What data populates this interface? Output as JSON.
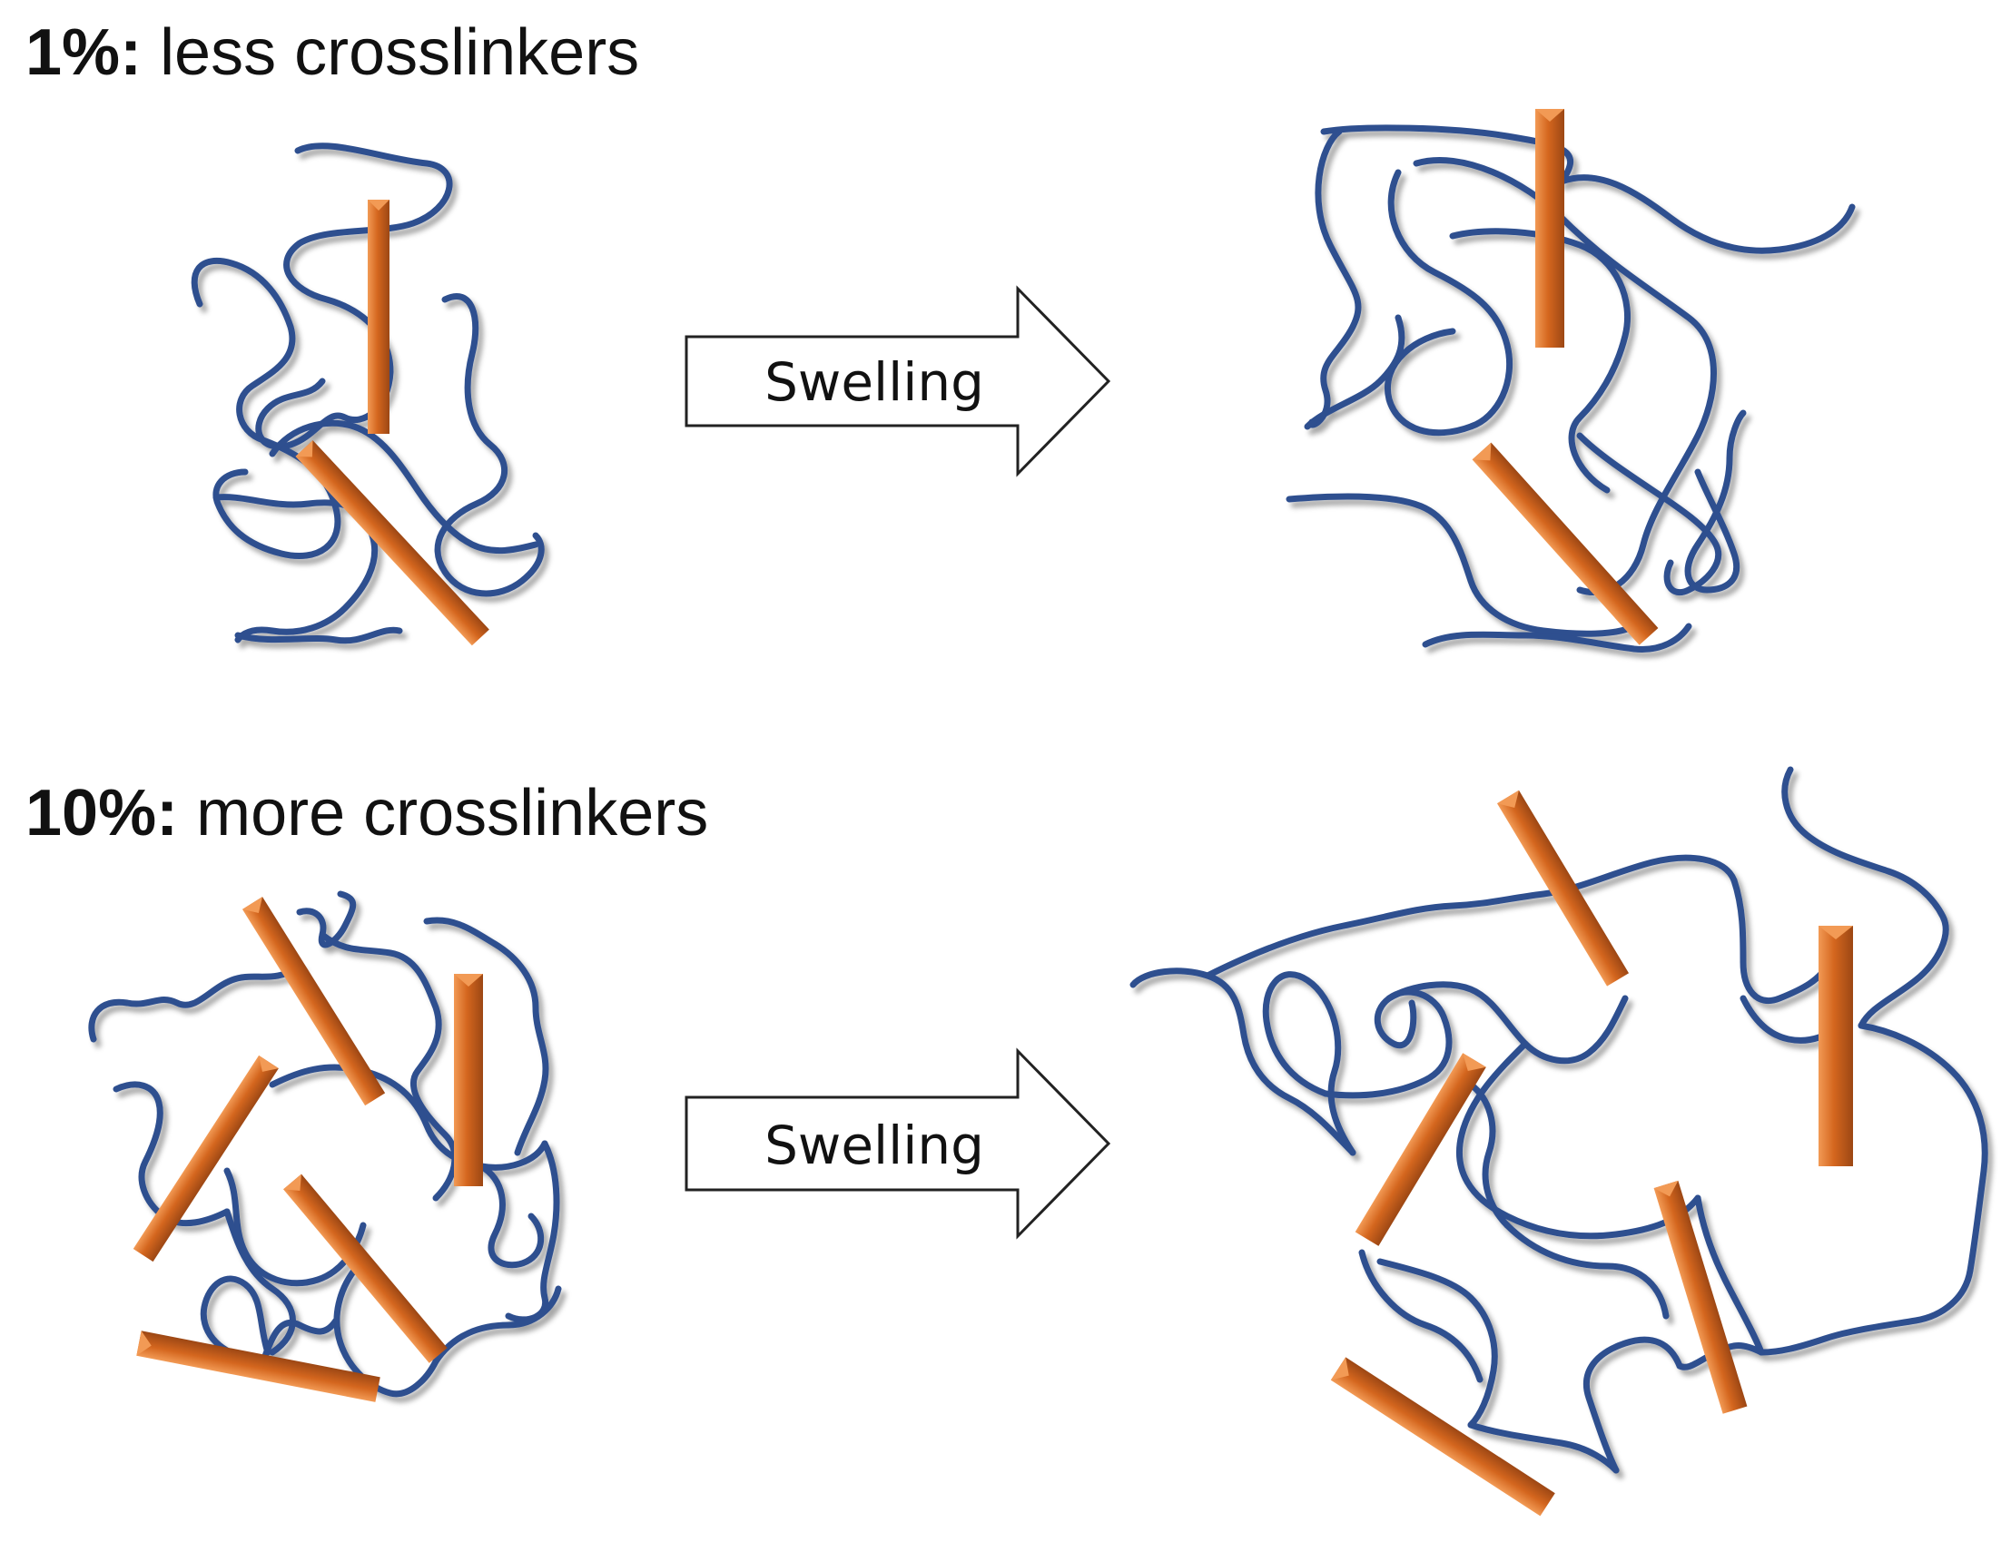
{
  "rows": [
    {
      "percent": "1%:",
      "description": "less crosslinkers",
      "arrow_label": "Swelling"
    },
    {
      "percent": "10%:",
      "description": "more crosslinkers",
      "arrow_label": "Swelling"
    }
  ],
  "colors": {
    "polymer_chain": "#2f4f8f",
    "crosslinker": "#d4661e",
    "crosslinker_highlight": "#f29a55",
    "crosslinker_shade": "#9c4714",
    "arrow_stroke": "#222222"
  }
}
